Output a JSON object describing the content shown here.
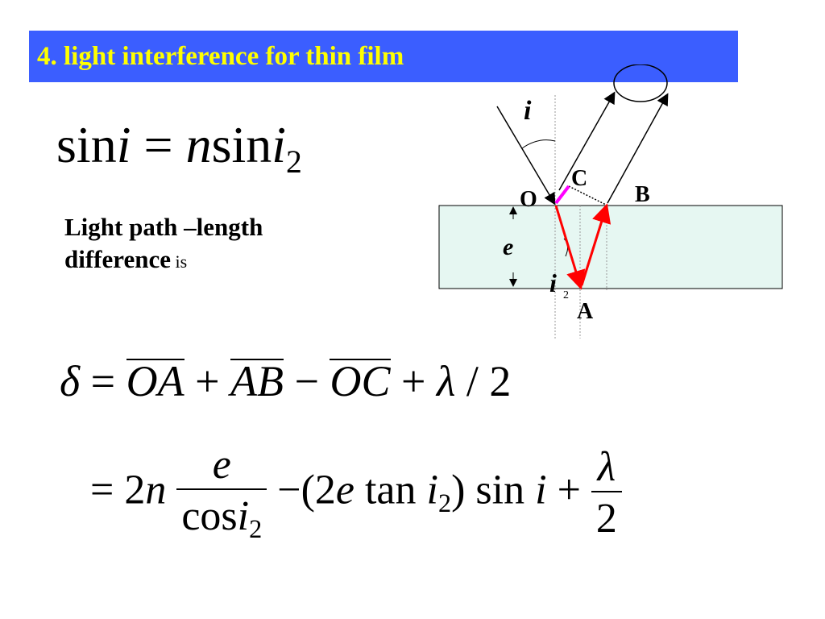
{
  "title": "4. light interference for thin film",
  "snell_law": {
    "lhs_func": "sin",
    "lhs_var": "i",
    "equals": "=",
    "n": "n",
    "rhs_func": "sin",
    "rhs_var": "i",
    "rhs_sub": "2"
  },
  "path_text": {
    "line1": "Light path –length",
    "line2_bold": "difference",
    "line2_small": " is"
  },
  "delta_equation": {
    "delta": "δ",
    "equals": "=",
    "seg1": "OA",
    "plus1": "+",
    "seg2": "AB",
    "minus": "−",
    "seg3": "OC",
    "plus2": "+",
    "lambda": "λ",
    "slash": "/",
    "two": "2"
  },
  "expanded_equation": {
    "equals": "=",
    "coef": "2",
    "n": "n",
    "frac1_num": "e",
    "frac1_den_func": "cos",
    "frac1_den_var": "i",
    "frac1_den_sub": "2",
    "minus": "−",
    "open": "(",
    "two_e_coef": "2",
    "two_e_var": "e",
    "tan": "tan",
    "tan_var": "i",
    "tan_sub": "2",
    "close": ")",
    "sin": "sin",
    "sin_var": "i",
    "plus": "+",
    "frac2_num": "λ",
    "frac2_den": "2"
  },
  "diagram": {
    "label_i": "i",
    "label_C": "C",
    "label_O": "O",
    "label_B": "B",
    "label_e": "e",
    "label_i2": "i",
    "label_i2_sub": "2",
    "label_A": "A",
    "film_color": "#e6f7f2",
    "ray_red": "#ff0000",
    "segment_magenta": "#ff00ff"
  }
}
